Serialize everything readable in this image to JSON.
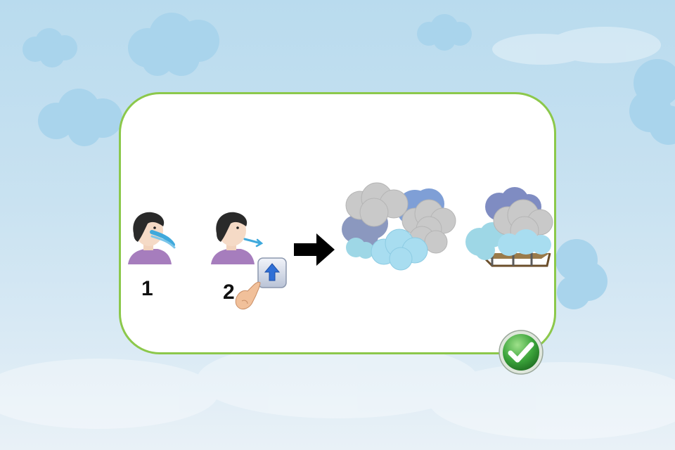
{
  "instructions": {
    "steps": [
      {
        "number": "1",
        "icon": "breathe-in-icon"
      },
      {
        "number": "2",
        "icon": "breathe-out-icon",
        "control": "blow-up-button"
      }
    ],
    "arrow_icon": "right-arrow-icon",
    "results": [
      "cloud-cluster-icon",
      "cloud-cage-icon"
    ]
  },
  "controls": {
    "confirm_icon": "checkmark-icon",
    "blow_icon": "up-arrow-icon",
    "hint_icon": "pointing-hand-icon"
  },
  "colors": {
    "card_border": "#8cc84b",
    "confirm_green": "#3aa33a",
    "blow_blue": "#2f6fd6",
    "breath_cyan": "#3fa9dc"
  }
}
